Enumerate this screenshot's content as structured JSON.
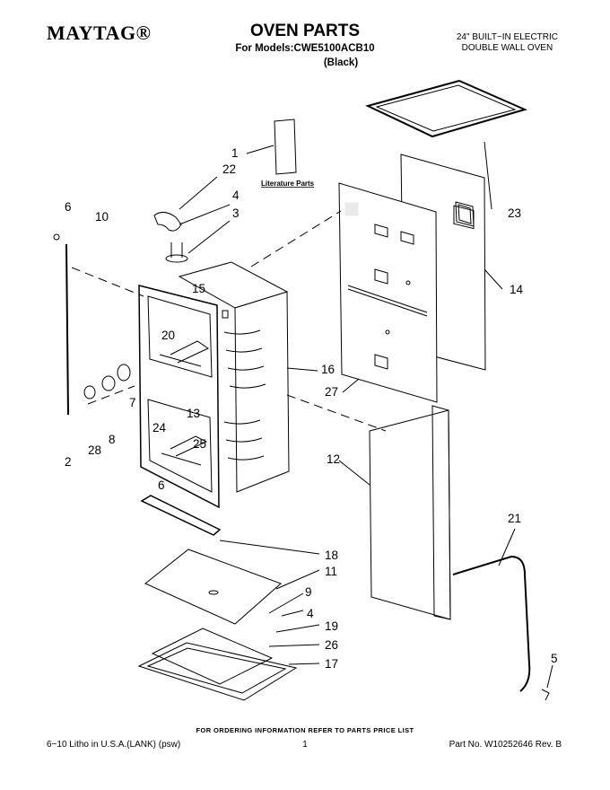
{
  "header": {
    "brand": "MAYTAG®",
    "title": "OVEN PARTS",
    "models": "For Models:CWE5100ACB10",
    "variant": "(Black)",
    "desc_line1": "24\" BUILT−IN ELECTRIC",
    "desc_line2": "DOUBLE WALL OVEN"
  },
  "callouts": {
    "c1": "1",
    "c2": "2",
    "c3": "3",
    "c4a": "4",
    "c4b": "4",
    "c5": "5",
    "c6a": "6",
    "c6b": "6",
    "c7": "7",
    "c8": "8",
    "c9": "9",
    "c10": "10",
    "c11": "11",
    "c12": "12",
    "c13": "13",
    "c14": "14",
    "c15": "15",
    "c16": "16",
    "c17": "17",
    "c18": "18",
    "c19": "19",
    "c20": "20",
    "c21": "21",
    "c22": "22",
    "c23": "23",
    "c24": "24",
    "c25": "25",
    "c26": "26",
    "c27": "27",
    "c28": "28"
  },
  "literature_label": "Literature Parts",
  "footer": {
    "ordering": "FOR ORDERING INFORMATION REFER TO PARTS PRICE LIST",
    "litho": "6−10 Litho in U.S.A.(LANK) (psw)",
    "page": "1",
    "part_no": "Part No. W10252646 Rev. B"
  }
}
